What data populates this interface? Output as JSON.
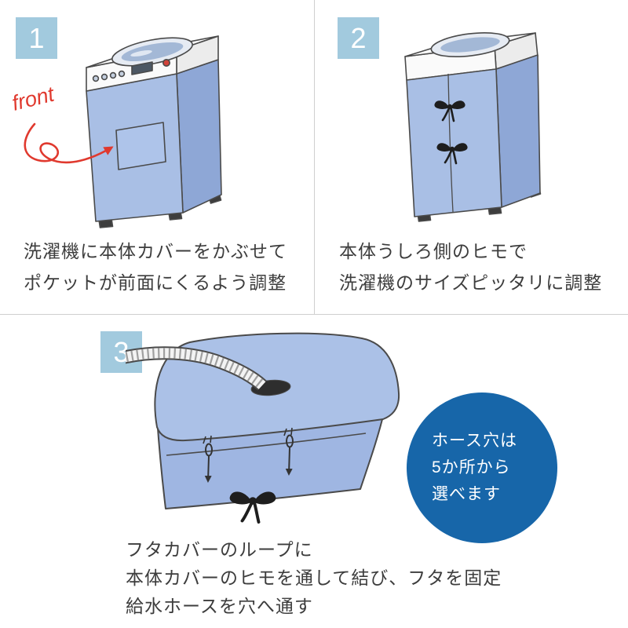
{
  "colors": {
    "background": "#ffffff",
    "badge_blue": "#a2cade",
    "cover_blue": "#a9bfe5",
    "cover_blue_dark": "#8ea7d6",
    "lid_gray_blue": "#a3b8d6",
    "balloon_blue": "#1766a9",
    "annotation_red": "#e0392e",
    "text": "#3d3d3d",
    "divider": "#cfcfcf"
  },
  "step1": {
    "number": "1",
    "annotation": "front",
    "caption": [
      "洗濯機に本体カバーをかぶせて",
      "ポケットが前面にくるよう調整"
    ]
  },
  "step2": {
    "number": "2",
    "caption": [
      "本体うしろ側のヒモで",
      "洗濯機のサイズピッタリに調整"
    ]
  },
  "step3": {
    "number": "3",
    "caption": [
      "フタカバーのループに",
      "本体カバーのヒモを通して結び、フタを固定",
      "給水ホースを穴へ通す"
    ],
    "balloon": [
      "ホース穴は",
      "5か所から",
      "選べます"
    ]
  }
}
